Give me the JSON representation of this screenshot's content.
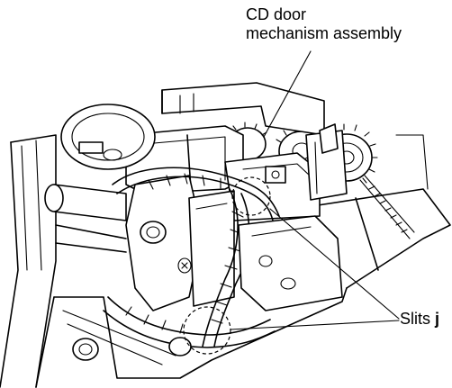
{
  "labels": {
    "door_assembly_line1": "CD door",
    "door_assembly_line2": "mechanism assembly",
    "slits_text": "Slits",
    "slits_letter": "j"
  }
}
